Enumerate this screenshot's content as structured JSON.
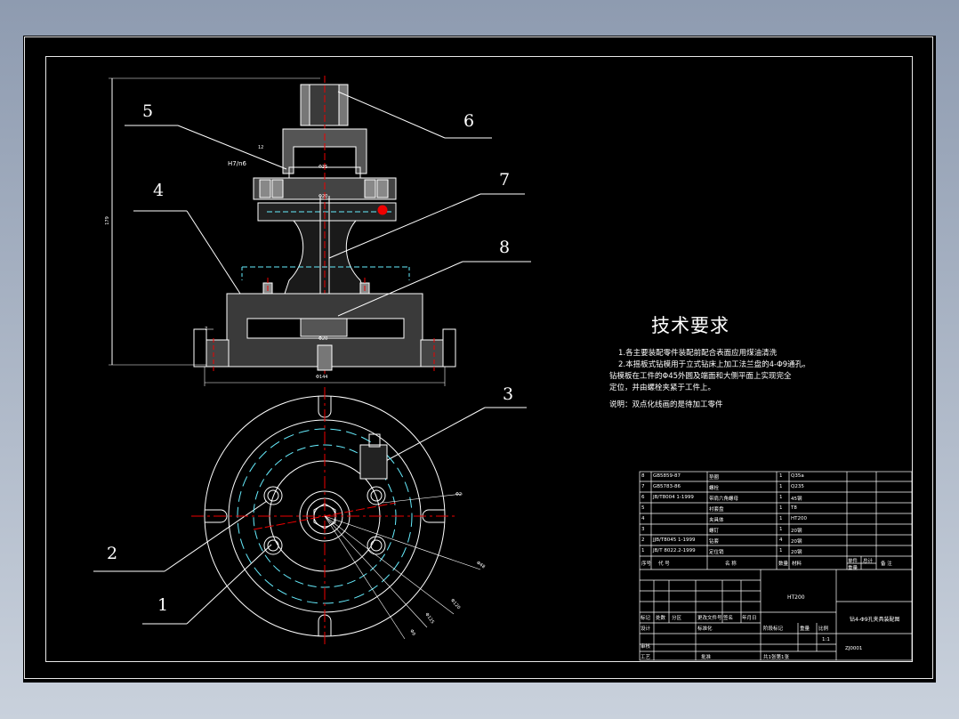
{
  "balloons": {
    "b1": "1",
    "b2": "2",
    "b3": "3",
    "b4": "4",
    "b5": "5",
    "b6": "6",
    "b7": "7",
    "b8": "8"
  },
  "tech": {
    "title": "技术要求",
    "line1": "1.各主要装配零件装配前配合表面应用煤油清洗",
    "line2": "2.本摇板式钻模用于立式钻床上加工法兰盘的4-Φ9通孔。",
    "line3": "钻模板在工件的Φ45外圆及端面和大侧平面上实现完全",
    "line4": "定位，并由螺栓夹紧于工件上。"
  },
  "note": "说明：双点化线画的是待加工零件",
  "dims": {
    "fit": "H7/n6",
    "bore_fit": "Φ9",
    "height": "179",
    "width": "Φ144",
    "d1": "12",
    "d2": "Φ35",
    "d3": "Φ20",
    "d4": "Φ20",
    "d5": "Φ48",
    "d6": "Φ120",
    "d7": "Φ125",
    "d8": "Φ9",
    "d9": "4-Φ9",
    "d10": "Φ2",
    "d11": "7"
  },
  "bom": {
    "rows": [
      {
        "no": "8",
        "code": "GB5859-87",
        "name": "垫圈",
        "qty": "1",
        "mat": "Q35a"
      },
      {
        "no": "7",
        "code": "GB5783-86",
        "name": "螺栓",
        "qty": "1",
        "mat": "Q235"
      },
      {
        "no": "6",
        "code": "JB/T8004 1-1999",
        "name": "带肩六角螺母",
        "qty": "1",
        "mat": "45钢"
      },
      {
        "no": "5",
        "code": "",
        "name": "衬套盘",
        "qty": "1",
        "mat": "T8"
      },
      {
        "no": "4",
        "code": "",
        "name": "夹具体",
        "qty": "1",
        "mat": "HT200"
      },
      {
        "no": "3",
        "code": "",
        "name": "螺钉",
        "qty": "1",
        "mat": "20钢"
      },
      {
        "no": "2",
        "code": "JJB/T8045 1-1999",
        "name": "钻套",
        "qty": "4",
        "mat": "20钢"
      },
      {
        "no": "1",
        "code": "JB/T 8022.2-1999",
        "name": "定位销",
        "qty": "1",
        "mat": "20钢"
      }
    ],
    "header": {
      "no": "序号",
      "code": "代 号",
      "name": "名 称",
      "qty": "数量",
      "mat": "材料",
      "unit_wt": "单件",
      "total_wt": "总计",
      "weight": "重量",
      "remark": "备 注"
    }
  },
  "title_block": {
    "material": "HT200",
    "drawing_title": "钻4-Φ9孔夹具装配图",
    "mark": "标记",
    "count": "处数",
    "zone": "分区",
    "doc": "更改文件号",
    "sign": "签名",
    "date": "年月日",
    "design": "设计",
    "standard": "标准化",
    "stage": "阶段标记",
    "weight": "重量",
    "scale": "比例",
    "scale_val": "1:1",
    "review": "审核",
    "process": "工艺",
    "approve": "批准",
    "sheets": "共1张第1张",
    "code": "ZJ0001"
  }
}
